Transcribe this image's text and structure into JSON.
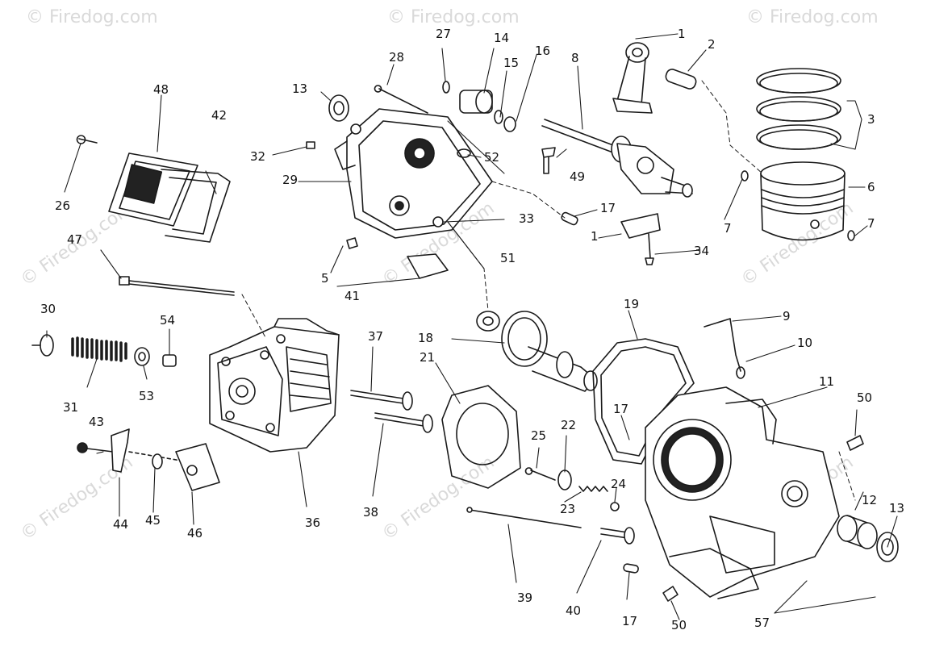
{
  "watermark": "© Firedog.com",
  "callouts": [
    {
      "id": "c1a",
      "text": "1"
    },
    {
      "id": "c1b",
      "text": "1"
    },
    {
      "id": "c2",
      "text": "2"
    },
    {
      "id": "c3",
      "text": "3"
    },
    {
      "id": "c5",
      "text": "5"
    },
    {
      "id": "c6",
      "text": "6"
    },
    {
      "id": "c7a",
      "text": "7"
    },
    {
      "id": "c7b",
      "text": "7"
    },
    {
      "id": "c8",
      "text": "8"
    },
    {
      "id": "c9",
      "text": "9"
    },
    {
      "id": "c10",
      "text": "10"
    },
    {
      "id": "c11",
      "text": "11"
    },
    {
      "id": "c12",
      "text": "12"
    },
    {
      "id": "c13a",
      "text": "13"
    },
    {
      "id": "c13b",
      "text": "13"
    },
    {
      "id": "c14",
      "text": "14"
    },
    {
      "id": "c15",
      "text": "15"
    },
    {
      "id": "c16",
      "text": "16"
    },
    {
      "id": "c17a",
      "text": "17"
    },
    {
      "id": "c17b",
      "text": "17"
    },
    {
      "id": "c17c",
      "text": "17"
    },
    {
      "id": "c18",
      "text": "18"
    },
    {
      "id": "c19",
      "text": "19"
    },
    {
      "id": "c21",
      "text": "21"
    },
    {
      "id": "c22",
      "text": "22"
    },
    {
      "id": "c23",
      "text": "23"
    },
    {
      "id": "c24",
      "text": "24"
    },
    {
      "id": "c25",
      "text": "25"
    },
    {
      "id": "c26",
      "text": "26"
    },
    {
      "id": "c27",
      "text": "27"
    },
    {
      "id": "c28",
      "text": "28"
    },
    {
      "id": "c29",
      "text": "29"
    },
    {
      "id": "c30",
      "text": "30"
    },
    {
      "id": "c31",
      "text": "31"
    },
    {
      "id": "c32",
      "text": "32"
    },
    {
      "id": "c33",
      "text": "33"
    },
    {
      "id": "c34",
      "text": "34"
    },
    {
      "id": "c36",
      "text": "36"
    },
    {
      "id": "c37",
      "text": "37"
    },
    {
      "id": "c38",
      "text": "38"
    },
    {
      "id": "c39",
      "text": "39"
    },
    {
      "id": "c40",
      "text": "40"
    },
    {
      "id": "c41",
      "text": "41"
    },
    {
      "id": "c42",
      "text": "42"
    },
    {
      "id": "c43",
      "text": "43"
    },
    {
      "id": "c44",
      "text": "44"
    },
    {
      "id": "c45",
      "text": "45"
    },
    {
      "id": "c46",
      "text": "46"
    },
    {
      "id": "c47",
      "text": "47"
    },
    {
      "id": "c48",
      "text": "48"
    },
    {
      "id": "c49",
      "text": "49"
    },
    {
      "id": "c50a",
      "text": "50"
    },
    {
      "id": "c50b",
      "text": "50"
    },
    {
      "id": "c51",
      "text": "51"
    },
    {
      "id": "c52",
      "text": "52"
    },
    {
      "id": "c53",
      "text": "53"
    },
    {
      "id": "c54",
      "text": "54"
    },
    {
      "id": "c57",
      "text": "57"
    }
  ],
  "colors": {
    "line": "#1a1a1a",
    "paper": "#ffffff",
    "watermark": "#d9d9d9"
  }
}
